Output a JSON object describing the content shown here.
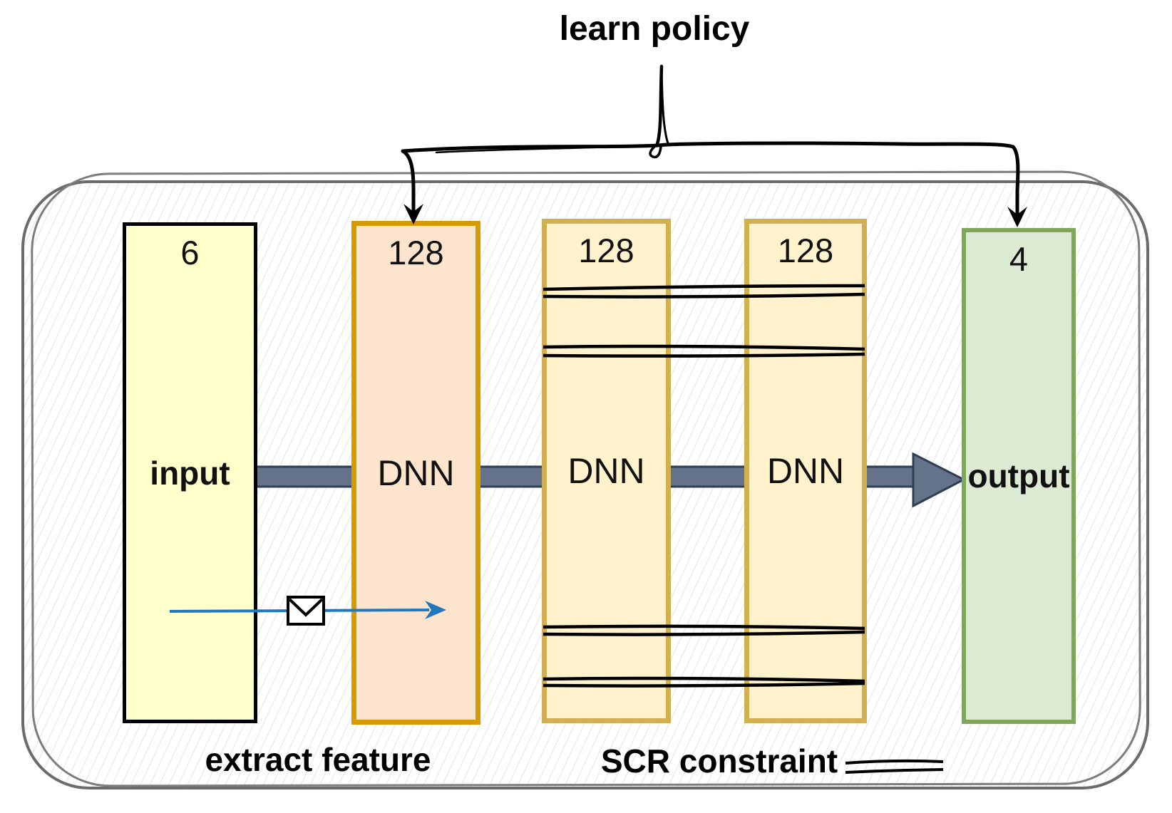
{
  "diagram": {
    "title": "learn policy",
    "boxes": [
      {
        "role": "input layer",
        "units": "6",
        "label": "input"
      },
      {
        "role": "hidden layer",
        "units": "128",
        "label": "DNN"
      },
      {
        "role": "hidden layer",
        "units": "128",
        "label": "DNN"
      },
      {
        "role": "hidden layer",
        "units": "128",
        "label": "DNN"
      },
      {
        "role": "output layer",
        "units": "4",
        "label": "output"
      }
    ],
    "captions": {
      "extract_feature": "extract feature",
      "scr_constraint": "SCR constraint"
    },
    "annotations": {
      "learn_policy_targets": [
        "first DNN layer (128)",
        "output layer (4)"
      ],
      "scr_constraint_lines": "double horizontal lines across the two right DNN layers",
      "message_arrow": "blue arrow with envelope icon from input toward first DNN"
    },
    "colors": {
      "input_fill": "#FFFFCC",
      "input_border": "#000000",
      "dnn1_fill": "#FDE4CC",
      "dnn1_border": "#D79B00",
      "dnn_fill": "#FFF2CC",
      "dnn_border": "#D0B050",
      "output_fill": "#DCE9D3",
      "output_border": "#7FA75A",
      "flow_arrow_fill": "#64738A",
      "flow_arrow_edge": "#2E3F52",
      "message_arrow": "#2278BE",
      "frame_stroke": "#6B6B6B",
      "sketch_ink": "#000000"
    }
  }
}
